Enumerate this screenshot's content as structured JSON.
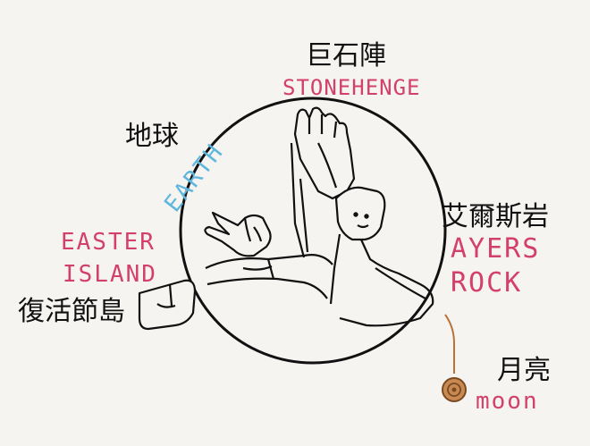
{
  "labels": {
    "stonehenge_zh": "巨石陣",
    "stonehenge_en": "STONEHENGE",
    "earth_zh": "地球",
    "earth_en": "EARTH",
    "ayers_zh": "艾爾斯岩",
    "ayers_en_line1": "AYERS",
    "ayers_en_line2": "ROCK",
    "easter_en_line1": "EASTER",
    "easter_en_line2": "ISLAND",
    "easter_zh": "復活節島",
    "moon_zh": "月亮",
    "moon_en": "moon"
  },
  "colors": {
    "ink": "#111111",
    "english_labels": "#d2406b",
    "earth_label": "#5fb6dd",
    "moon": "#b8733a"
  }
}
